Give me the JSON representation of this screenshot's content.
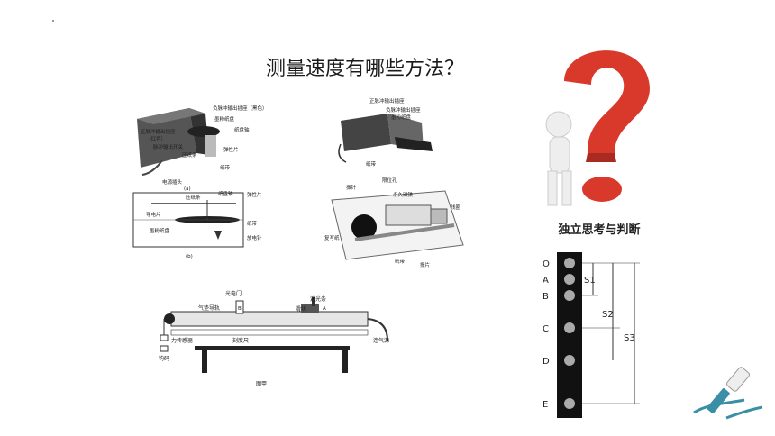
{
  "slide": {
    "title": "测量速度有哪些方法？",
    "question_caption": "独立思考与判断"
  },
  "fig_timer_a": {
    "labels": [
      "负脉冲输出插座（黑色）",
      "墨粉纸盘",
      "纸盘轴",
      "正脉冲输出插座",
      "（红色）",
      "脉冲输出开关",
      "压纸条",
      "弹性片",
      "纸带",
      "电源插头"
    ],
    "sub": "(a)"
  },
  "fig_timer_b": {
    "labels": [
      "压纸条",
      "纸盘轴",
      "弹性片",
      "导电片",
      "纸带",
      "墨粉纸盘",
      "放电针"
    ],
    "sub": "(b)"
  },
  "fig_timer_c": {
    "labels": [
      "正脉冲输出插座",
      "负脉冲输出插座",
      "墨粉纸盘",
      "纸带"
    ]
  },
  "fig_timer_d": {
    "labels": [
      "振针",
      "限位孔",
      "永久磁铁",
      "线圈",
      "复写纸",
      "纸带",
      "振片"
    ]
  },
  "fig_airtrack": {
    "labels": [
      "光电门",
      "遮光条",
      "气垫导轨",
      "滑块",
      "力传感器",
      "刻度尺",
      "连气源",
      "钩码"
    ],
    "gate_letter": "B",
    "slider_letter": "A",
    "caption": "图甲"
  },
  "fig_strobe": {
    "points": [
      "O",
      "A",
      "B",
      "C",
      "D",
      "E"
    ],
    "s1": "S1",
    "s2": "S2",
    "s3": "S3"
  },
  "colors": {
    "question_mark": "#d8392b",
    "figure_body": "#ffffff",
    "strobe_bg": "#111111",
    "brush_teal": "#3a8fa6"
  }
}
